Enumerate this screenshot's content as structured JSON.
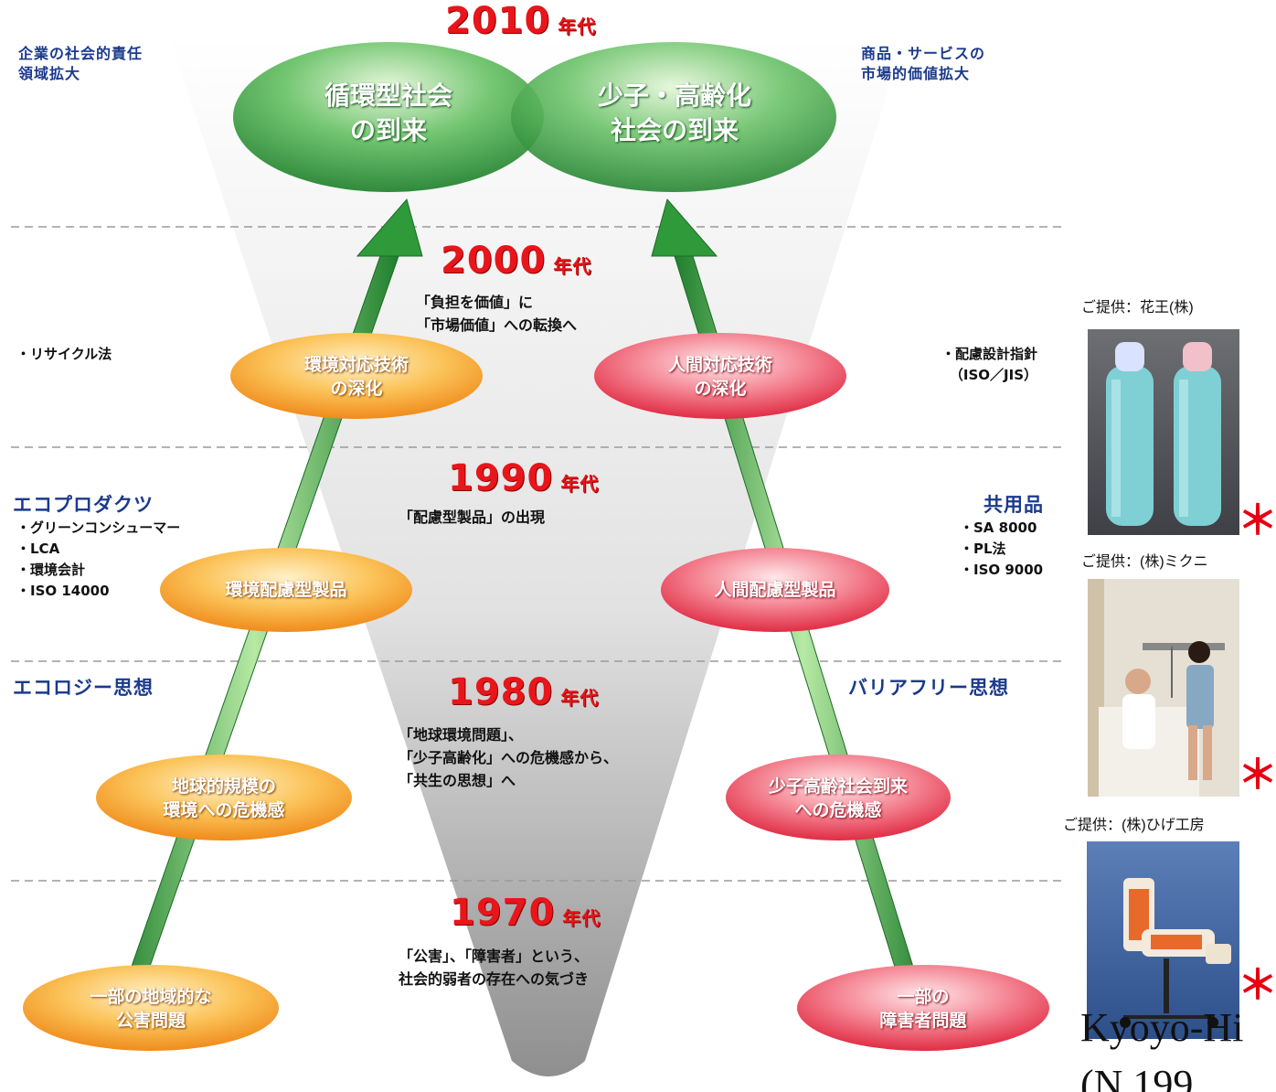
{
  "decades": {
    "d2010": {
      "year": "2010",
      "suffix": "年代"
    },
    "d2000": {
      "year": "2000",
      "suffix": "年代"
    },
    "d1990": {
      "year": "1990",
      "suffix": "年代"
    },
    "d1980": {
      "year": "1980",
      "suffix": "年代"
    },
    "d1970": {
      "year": "1970",
      "suffix": "年代"
    }
  },
  "top": {
    "left_ellipse": [
      "循環型社会",
      "の到来"
    ],
    "right_ellipse": [
      "少子・高齢化",
      "社会の到来"
    ],
    "left_note": [
      "企業の社会的責任",
      "領域拡大"
    ],
    "right_note": [
      "商品・サービスの",
      "市場的価値拡大"
    ]
  },
  "center_text": {
    "t2000": [
      "「負担を価値」に",
      "「市場価値」への転換へ"
    ],
    "t1990": [
      "「配慮型製品」の出現"
    ],
    "t1980": [
      "「地球環境問題」、",
      "「少子高齢化」への危機感から、",
      "「共生の思想」へ"
    ],
    "t1970": [
      "「公害」、「障害者」という、",
      "社会的弱者の存在への気づき"
    ]
  },
  "left_ovals": {
    "o2000": [
      "環境対応技術",
      "の深化"
    ],
    "o1990": [
      "環境配慮型製品"
    ],
    "o1980": [
      "地球的規模の",
      "環境への危機感"
    ],
    "o1970": [
      "一部の地域的な",
      "公害問題"
    ]
  },
  "right_ovals": {
    "o2000": [
      "人間対応技術",
      "の深化"
    ],
    "o1990": [
      "人間配慮型製品"
    ],
    "o1980": [
      "少子高齢社会到来",
      "への危機感"
    ],
    "o1970": [
      "一部の",
      "障害者問題"
    ]
  },
  "left_side": {
    "recycle": "・リサイクル法",
    "eco_products": "エコプロダクツ",
    "eco_list": [
      "・グリーンコンシューマー",
      "・LCA",
      "・環境会計",
      "・ISO 14000"
    ],
    "ecology": "エコロジー思想"
  },
  "right_side": {
    "guideline": [
      "・配慮設計指針",
      "（ISO／JIS）"
    ],
    "universal": "共用品",
    "list": [
      "・SA 8000",
      "・PL法",
      "・ISO 9000"
    ],
    "barrier_free": "バリアフリー思想"
  },
  "photos": {
    "credit1": "ご提供：花王(株)",
    "credit2": "ご提供：(株)ミクニ",
    "credit3": "ご提供：(株)ひげ工房",
    "star": "＊"
  },
  "signature": {
    "line1": "Kyoyo-Hi",
    "line2": "(N    199"
  },
  "colors": {
    "decade_red": "#e8151b",
    "arrow_green": "#35a83e",
    "orange": "#f6a21d",
    "pink": "#e7334f",
    "label_blue": "#1b3a8c"
  }
}
